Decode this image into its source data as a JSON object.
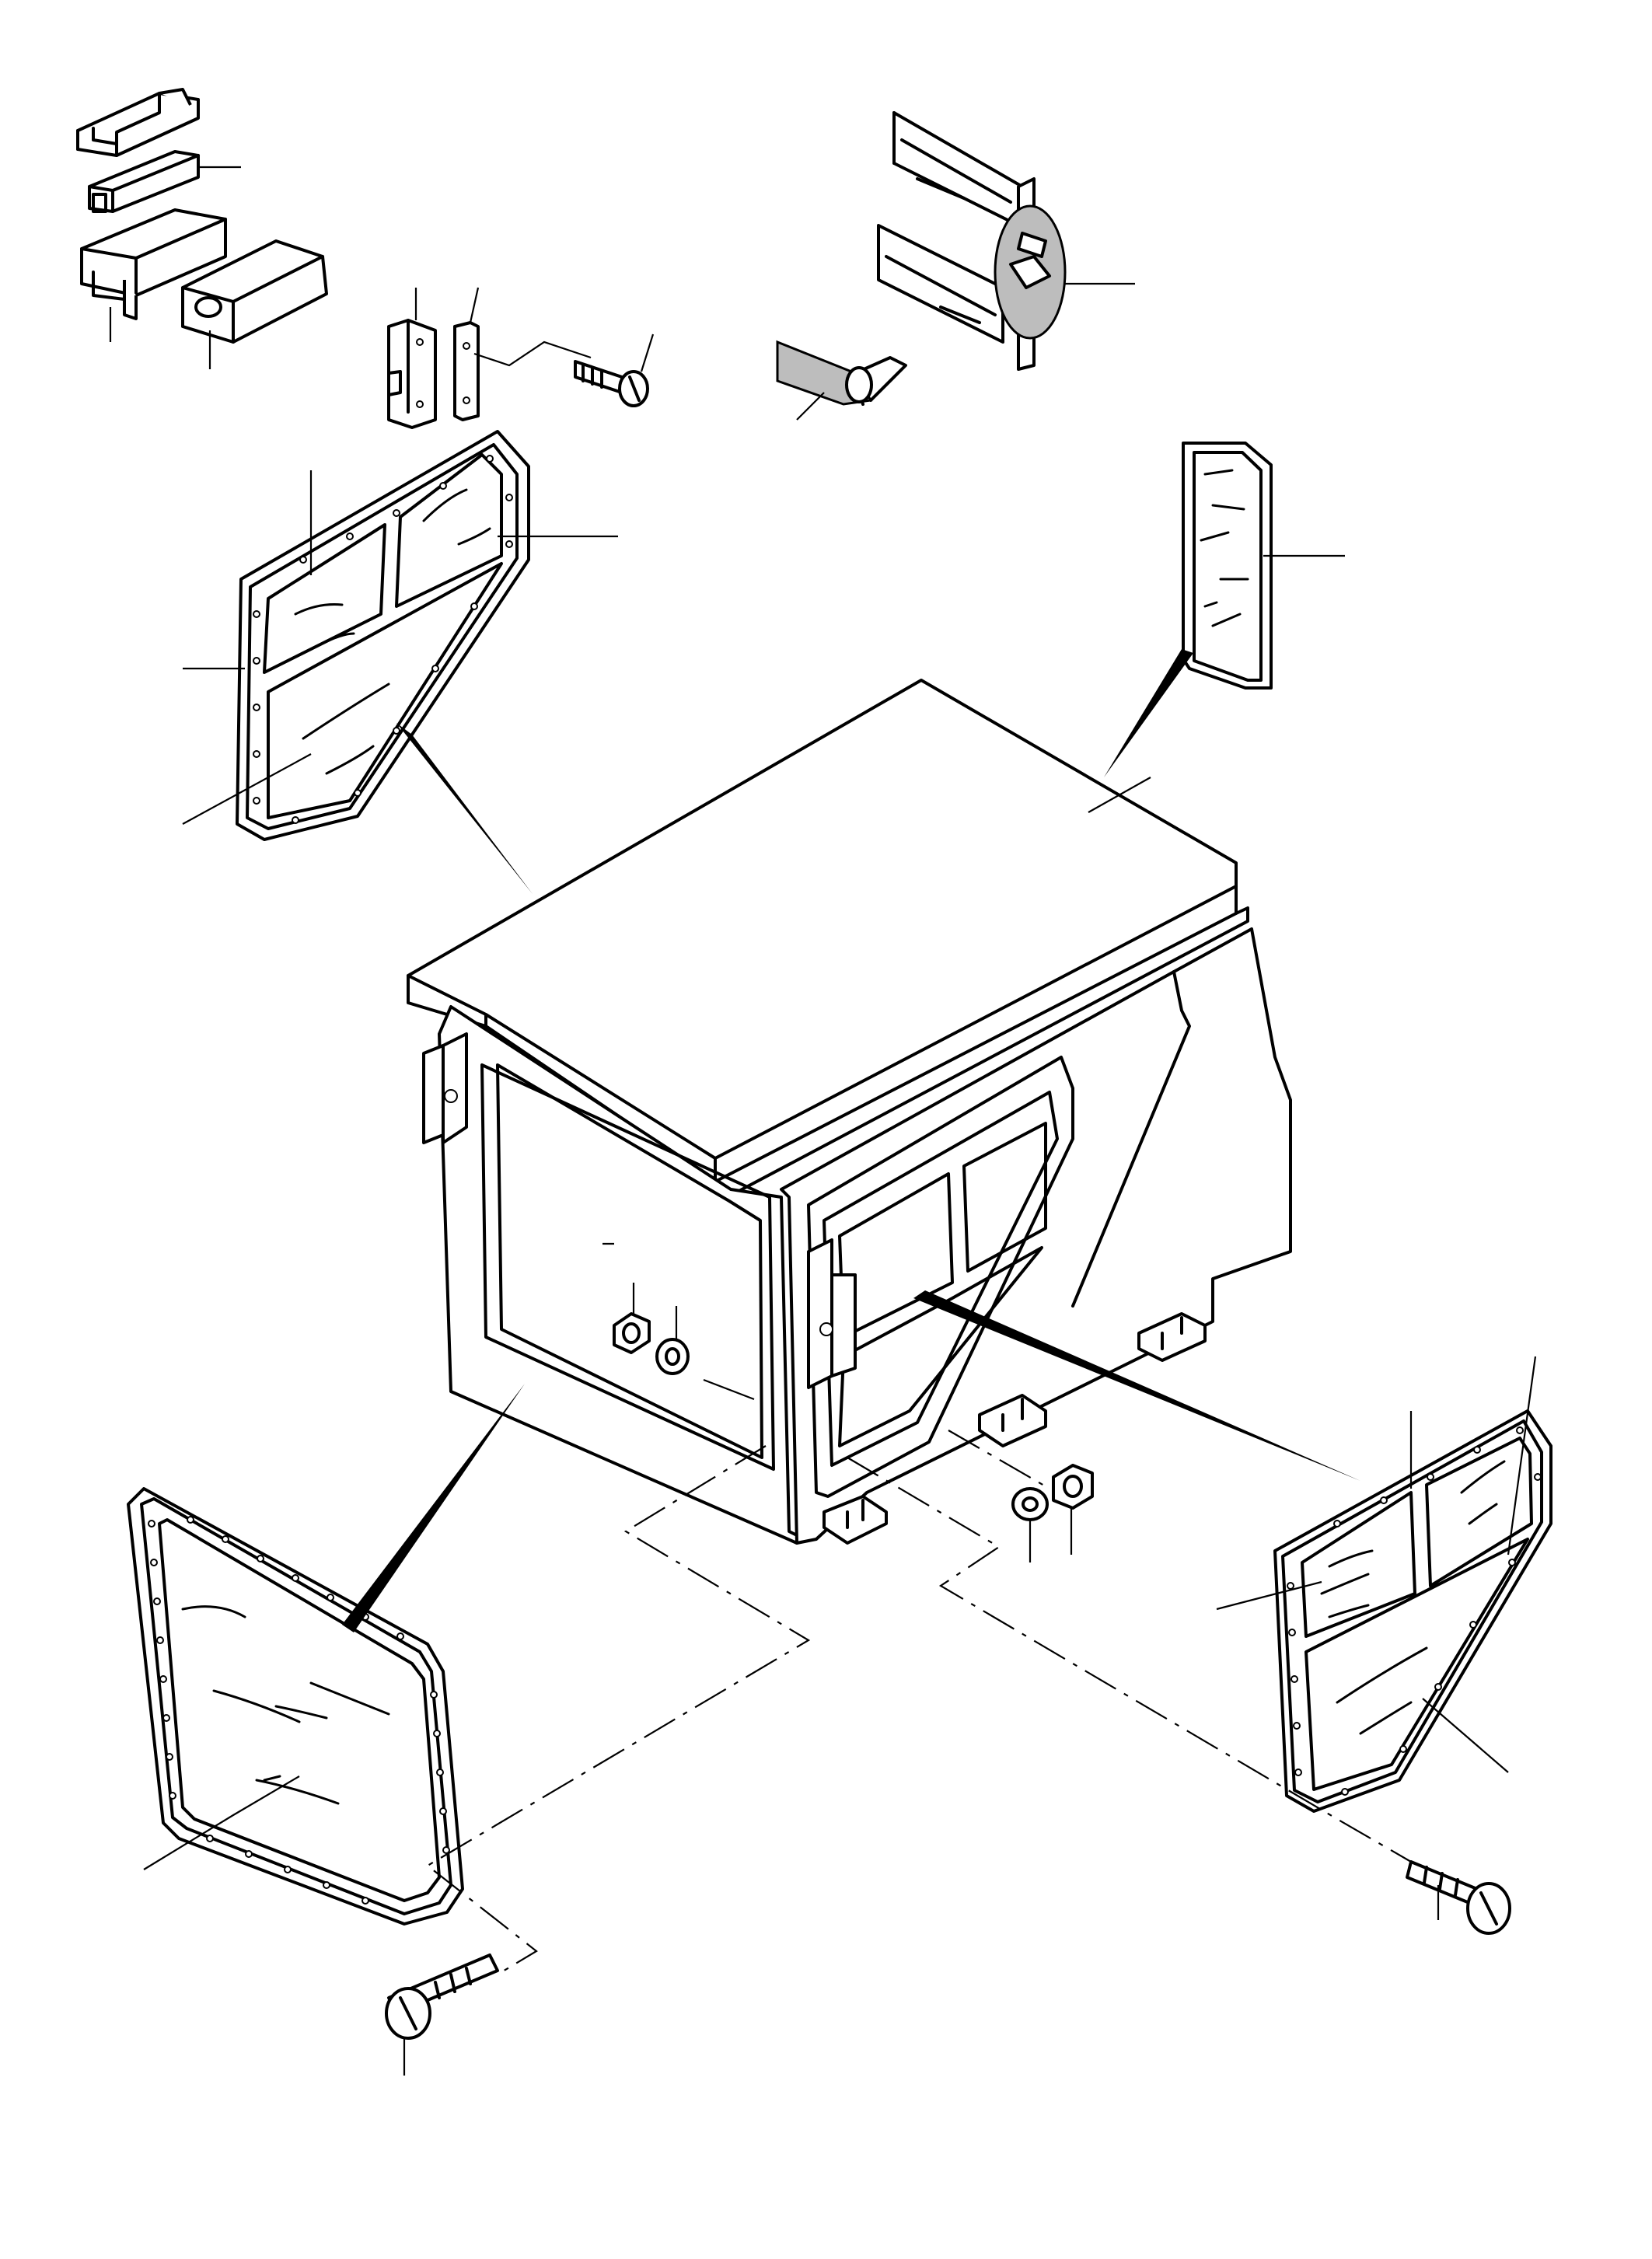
{
  "figure": {
    "kind": "exploded-view-line-drawing",
    "ink_color": "#000000",
    "paper_color": "#ffffff",
    "has_callout_numbers": false
  },
  "components": [
    {
      "id": "cab-body",
      "icon": "cab-body-icon"
    },
    {
      "id": "door-glass-left",
      "icon": "door-window-frame-icon"
    },
    {
      "id": "door-glass-right",
      "icon": "door-window-frame-icon"
    },
    {
      "id": "front-glass",
      "icon": "windshield-frame-icon"
    },
    {
      "id": "rear-glass",
      "icon": "rear-window-icon"
    },
    {
      "id": "rubber-channel-profiles",
      "icon": "rubber-profile-icon"
    },
    {
      "id": "weatherstrip-section",
      "icon": "weatherstrip-icon"
    },
    {
      "id": "filler-strip",
      "icon": "filler-strip-icon"
    },
    {
      "id": "clamp-plates",
      "icon": "clamp-plate-icon"
    },
    {
      "id": "hex-nuts",
      "icon": "hex-nut-icon"
    },
    {
      "id": "washers",
      "icon": "washer-icon"
    },
    {
      "id": "mounting-bolts",
      "icon": "bolt-icon"
    }
  ]
}
